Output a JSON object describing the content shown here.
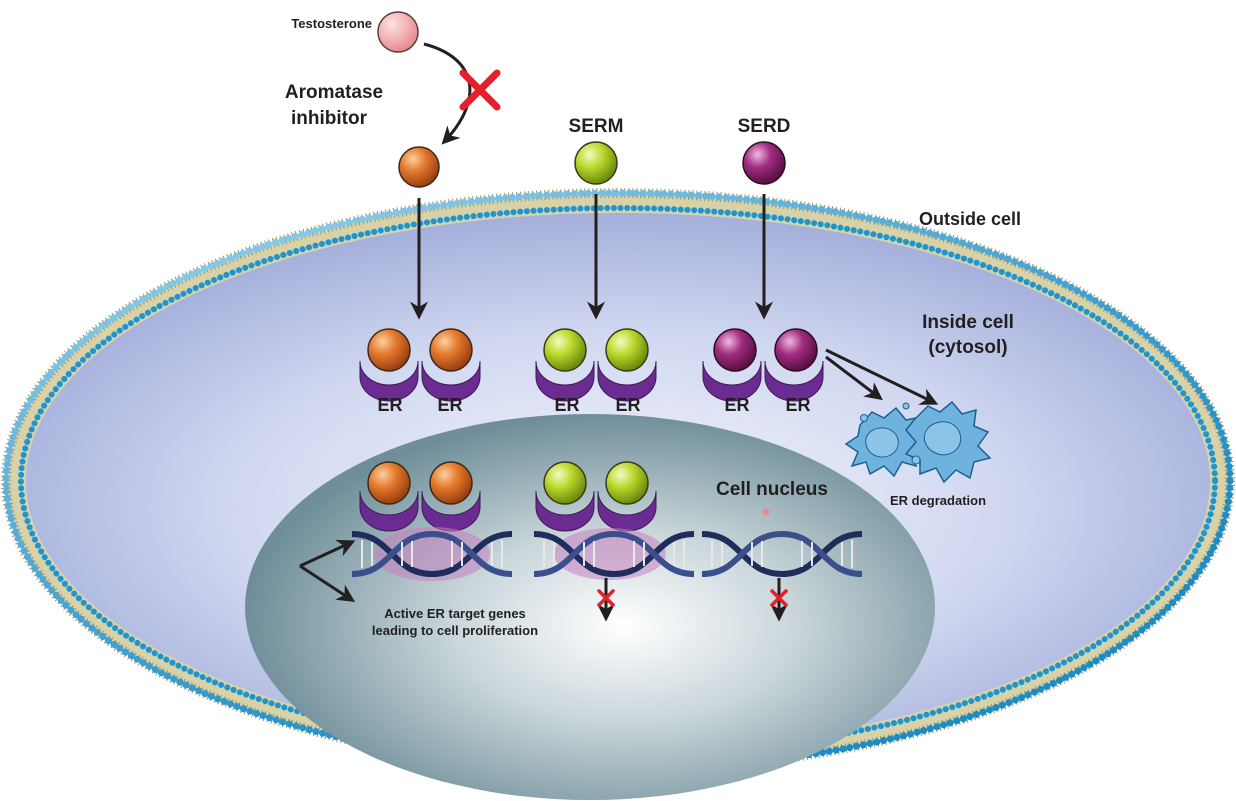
{
  "labels": {
    "testosterone": "Testosterone",
    "aromatase_line1": "Aromatase",
    "aromatase_line2": "inhibitor",
    "serm": "SERM",
    "serd": "SERD",
    "outside_cell": "Outside cell",
    "inside_cell_line1": "Inside cell",
    "inside_cell_line2": "(cytosol)",
    "er": "ER",
    "cell_nucleus": "Cell nucleus",
    "er_degradation": "ER degradation",
    "active_genes_line1": "Active ER target genes",
    "active_genes_line2": "leading to cell proliferation"
  },
  "colors": {
    "testosterone": "#f4a5a8",
    "aromatase_inhibitor": "#e0702a",
    "serm": "#b9d72d",
    "serd": "#9e2a7e",
    "receptor": "#6b2c91",
    "membrane_head": "#2da8dc",
    "cytosol": "#b8c3e6",
    "nucleus": "#8fa9b3",
    "dna": "#283a6e",
    "block_x": "#e4202a",
    "degradation": "#6fb2de"
  },
  "icons": {
    "block": "red-x-icon",
    "arrow": "arrow-icon",
    "degradation": "protein-degradation-icon"
  }
}
